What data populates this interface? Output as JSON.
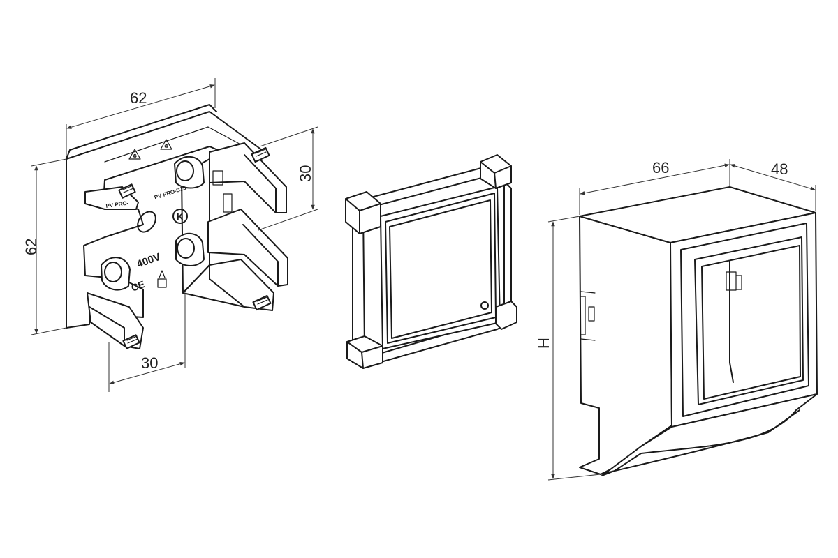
{
  "dimensions": {
    "base_width": "62",
    "base_height": "62",
    "base_depth": "30",
    "base_spacing": "30",
    "cover_width": "66",
    "cover_depth": "48",
    "cover_height": "H"
  },
  "markings": {
    "model_code_a": "PV PRO-S15",
    "model_code_b": "PV PRO-",
    "voltage": "400V",
    "ce": "CE",
    "k_logo": "K"
  },
  "colors": {
    "line": "#1a1a1a",
    "background": "#ffffff"
  }
}
